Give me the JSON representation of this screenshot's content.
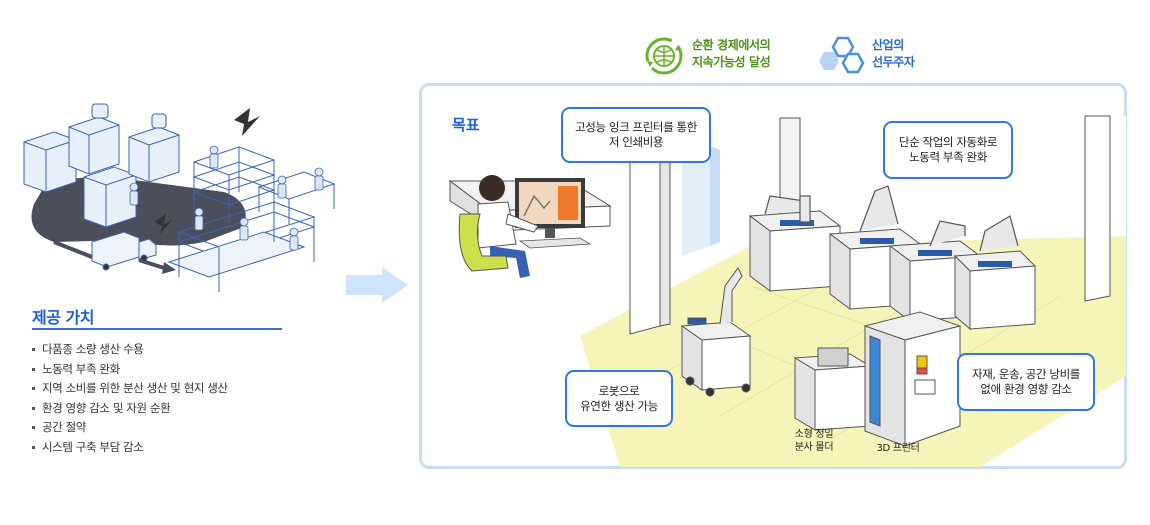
{
  "legend": {
    "circular": {
      "icon": "recycle-globe-icon",
      "line1": "순환 경제에서의",
      "line2": "지속가능성 달성"
    },
    "industry": {
      "icon": "hexagon-cluster-icon",
      "line1": "산업의",
      "line2": "선두주자"
    }
  },
  "provided_value": {
    "title": "제공 가치",
    "items": [
      "다품종 소량 생산 수용",
      "노동력 부족 완화",
      "지역 소비를 위한 분산 생산 및 현지 생산",
      "환경 영향 감소 및 자원 순환",
      "공간 절약",
      "시스템 구축 부담 감소"
    ]
  },
  "goal": {
    "title": "목표",
    "callouts": {
      "ink_printer": {
        "line1": "고성능 잉크 프린터를 통한",
        "line2": "저 인쇄비용"
      },
      "automation": {
        "line1": "단순 작업의 자동화로",
        "line2": "노동력 부족 완화"
      },
      "robot": {
        "line1": "로봇으로",
        "line2": "유연한 생산 가능"
      },
      "waste": {
        "line1": "자재, 운송, 공간 낭비를",
        "line2": "없애 환경 영향 감소"
      }
    },
    "labels": {
      "molder_line1": "소형 정밀",
      "molder_line2": "분사 몰더",
      "printer_3d": "3D 프린터"
    }
  },
  "colors": {
    "accent_blue": "#1f5fd6",
    "callout_border": "#2f78dd",
    "panel_border": "#c8dcf6",
    "green": "#4d8f1a",
    "floor_yellow": "#f6f4b8",
    "arrow": "#cfe3fa"
  }
}
